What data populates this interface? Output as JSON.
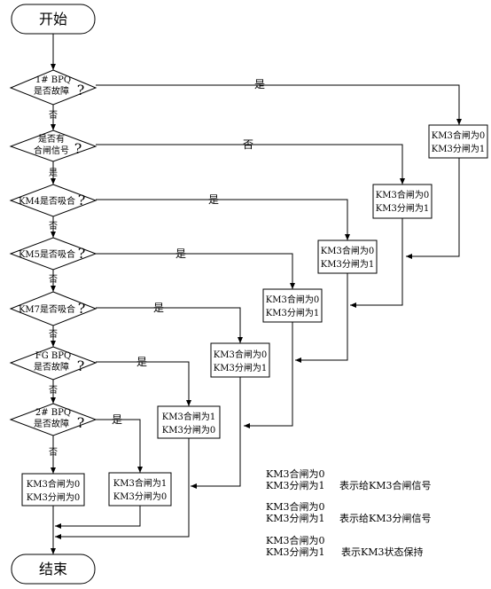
{
  "start": "开始",
  "end": "结束",
  "decisions": [
    {
      "line1": "1# BPQ",
      "line2": "是否故障",
      "mark": "?",
      "yes": "是",
      "no": "否"
    },
    {
      "line1": "是否有",
      "line2": "合闸信号",
      "mark": "?",
      "yes": "否",
      "no": "是"
    },
    {
      "line1": "KM4是否吸合",
      "line2": "",
      "mark": "?",
      "yes": "是",
      "no": "否"
    },
    {
      "line1": "KM5是否吸合",
      "line2": "",
      "mark": "?",
      "yes": "是",
      "no": "否"
    },
    {
      "line1": "KM7是否吸合",
      "line2": "",
      "mark": "?",
      "yes": "是",
      "no": "否"
    },
    {
      "line1": "FG BPQ",
      "line2": "是否故障",
      "mark": "?",
      "yes": "是",
      "no": "否"
    },
    {
      "line1": "2# BPQ",
      "line2": "是否故障",
      "mark": "?",
      "yes": "是",
      "no": "否"
    }
  ],
  "boxes": [
    {
      "line1": "KM3合闸为0",
      "line2": "KM3分闸为1"
    },
    {
      "line1": "KM3合闸为0",
      "line2": "KM3分闸为1"
    },
    {
      "line1": "KM3合闸为0",
      "line2": "KM3分闸为1"
    },
    {
      "line1": "KM3合闸为0",
      "line2": "KM3分闸为1"
    },
    {
      "line1": "KM3合闸为0",
      "line2": "KM3分闸为1"
    },
    {
      "line1": "KM3合闸为1",
      "line2": "KM3分闸为0"
    },
    {
      "line1": "KM3合闸为1",
      "line2": "KM3分闸为0"
    },
    {
      "line1": "KM3合闸为0",
      "line2": "KM3分闸为0"
    }
  ],
  "legend": [
    {
      "line1": "KM3合闸为0",
      "line2": "KM3分闸为1",
      "meaning": "表示给KM3合闸信号"
    },
    {
      "line1": "KM3合闸为0",
      "line2": "KM3分闸为1",
      "meaning": "表示给KM3分闸信号"
    },
    {
      "line1": "KM3合闸为0",
      "line2": "KM3分闸为1",
      "meaning": "表示KM3状态保持"
    }
  ]
}
